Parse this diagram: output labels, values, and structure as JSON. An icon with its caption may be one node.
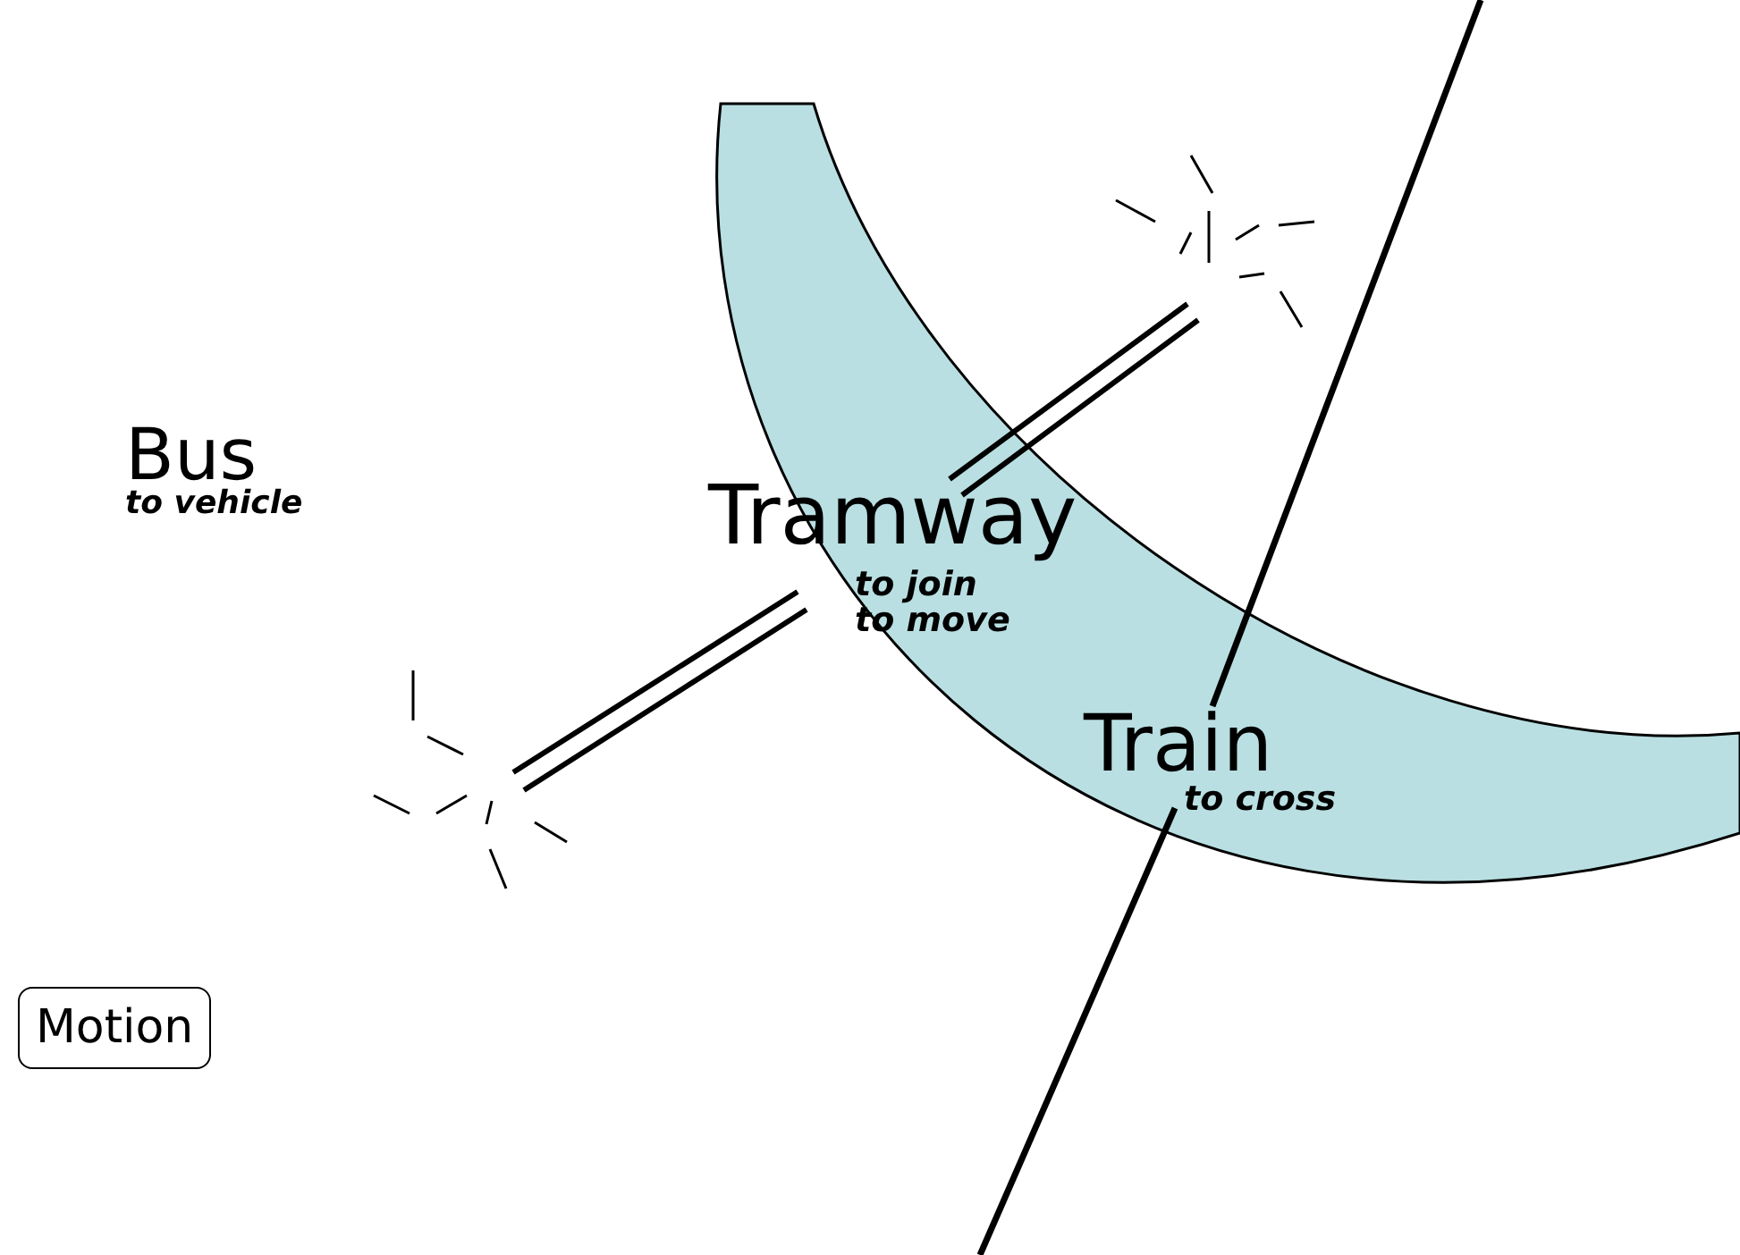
{
  "diagram": {
    "nodes": [
      {
        "text": [
          "Bus",
          "to vehicle"
        ]
      },
      {
        "text": [
          "Tramway",
          "to join",
          "to move"
        ]
      },
      {
        "text": [
          "Train",
          "to cross"
        ]
      },
      {
        "text": [
          "Motion"
        ]
      }
    ]
  }
}
